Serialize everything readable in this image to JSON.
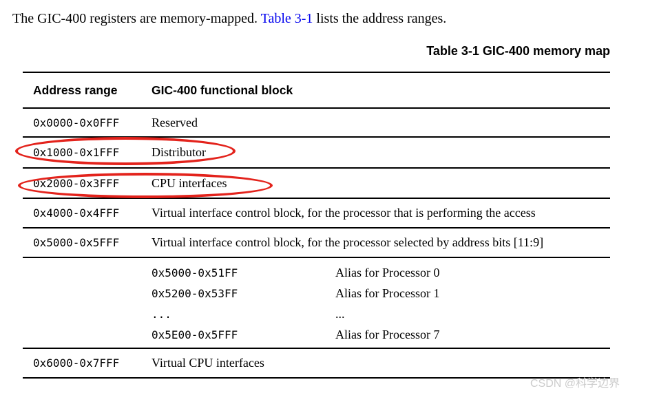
{
  "intro": {
    "before_link": "The GIC-400 registers are memory-mapped. ",
    "link_text": "Table 3-1",
    "after_link": " lists the address ranges."
  },
  "caption": "Table 3-1 GIC-400 memory map",
  "table": {
    "columns": [
      "Address range",
      "GIC-400 functional block"
    ],
    "rows": [
      {
        "address": "0x0000-0x0FFF",
        "block": "Reserved",
        "circled": false
      },
      {
        "address": "0x1000-0x1FFF",
        "block": "Distributor",
        "circled": true
      },
      {
        "address": "0x2000-0x3FFF",
        "block": "CPU interfaces",
        "circled": true
      },
      {
        "address": "0x4000-0x4FFF",
        "block": "Virtual interface control block, for the processor that is performing the access",
        "circled": false
      },
      {
        "address": "0x5000-0x5FFF",
        "block": "Virtual interface control block, for the processor selected by address bits [11:9]",
        "circled": false
      },
      {
        "address": "0x6000-0x7FFF",
        "block": "Virtual CPU interfaces",
        "circled": false
      }
    ],
    "subrows": [
      {
        "address": "0x5000-0x51FF",
        "alias": "Alias for Processor 0"
      },
      {
        "address": "0x5200-0x53FF",
        "alias": "Alias for Processor 1"
      },
      {
        "address": "...",
        "alias": "..."
      },
      {
        "address": "0x5E00-0x5FFF",
        "alias": "Alias for Processor 7"
      }
    ]
  },
  "watermark": "CSDN @科学边界",
  "colors": {
    "link": "#0000ee",
    "annotation": "#e3231c",
    "watermark": "#cbcbcb"
  }
}
